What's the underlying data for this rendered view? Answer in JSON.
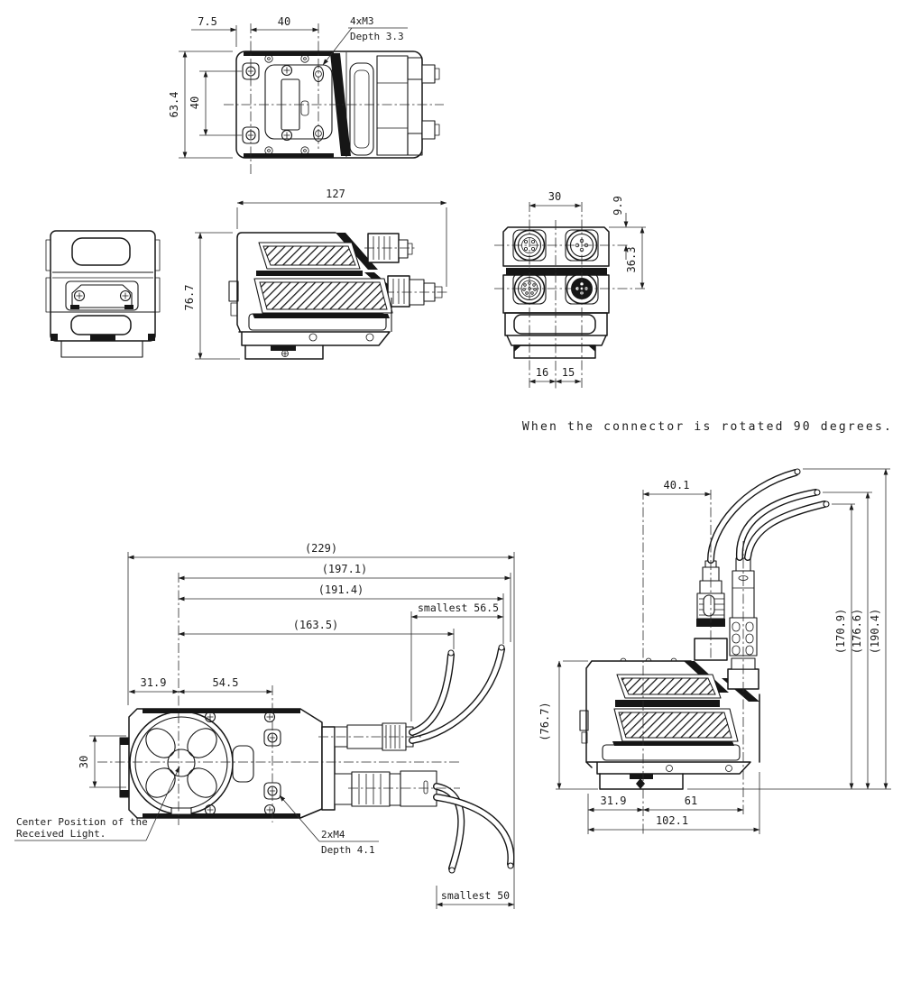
{
  "note": "When the connector is rotated 90 degrees.",
  "colors": {
    "ink": "#161616",
    "background": "#ffffff"
  },
  "views": {
    "mount": {
      "d_75": "7.5",
      "d_40h": "40",
      "callout_thread": "4xM3",
      "callout_depth": "Depth 3.3",
      "d_634": "63.4",
      "d_40v": "40"
    },
    "side": {
      "d_127": "127",
      "d_767": "76.7"
    },
    "rear": {
      "d_30": "30",
      "d_99": "9.9",
      "d_363": "36.3",
      "d_16": "16",
      "d_15": "15"
    },
    "top_cables": {
      "d_229": "(229)",
      "d_1971": "(197.1)",
      "d_1914": "(191.4)",
      "d_1635": "(163.5)",
      "d_565": "smallest 56.5",
      "d_50": "smallest 50",
      "d_319": "31.9",
      "d_545": "54.5",
      "d_30": "30",
      "callout_m4": "2xM4",
      "callout_m4_depth": "Depth 4.1",
      "center_line1": "Center Position of the",
      "center_line2": "Received Light."
    },
    "rotated": {
      "d_401": "40.1",
      "d_1709": "(170.9)",
      "d_1766": "(176.6)",
      "d_1904": "(190.4)",
      "d_767": "(76.7)",
      "d_319": "31.9",
      "d_61": "61",
      "d_1021": "102.1"
    }
  }
}
